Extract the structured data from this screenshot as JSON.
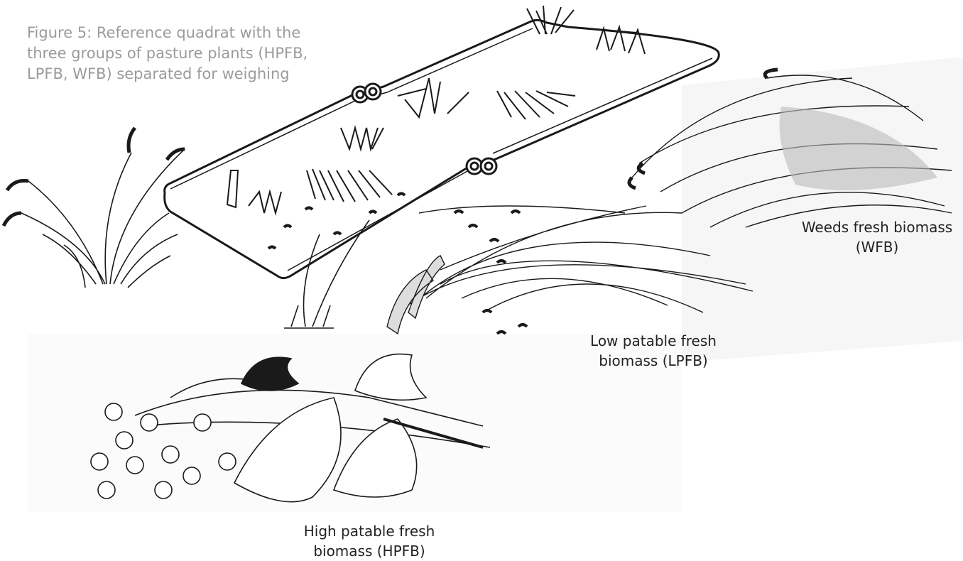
{
  "caption": {
    "line1": "Figure 5: Reference quadrat with the",
    "line2": "three groups of pasture plants (HPFB,",
    "line3": "LPFB, WFB) separated for weighing"
  },
  "labels": {
    "wfb": {
      "line1": "Weeds fresh biomass",
      "line2": "(WFB)"
    },
    "lpfb": {
      "line1": "Low patable fresh",
      "line2": "biomass (LPFB)"
    },
    "hpfb": {
      "line1": "High patable fresh",
      "line2": "biomass (HPFB)"
    }
  },
  "colors": {
    "ink": "#1a1a1a",
    "caption": "#9b9b9b",
    "label": "#222222",
    "background": "#ffffff"
  }
}
